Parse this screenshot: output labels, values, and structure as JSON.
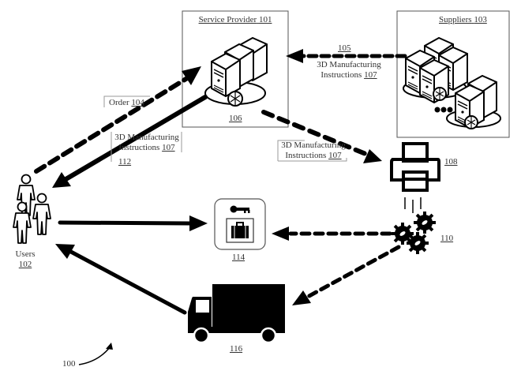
{
  "figure": {
    "number_label": "100"
  },
  "nodes": {
    "service_provider": {
      "title": "Service Provider",
      "ref": "101",
      "server_ref": "106"
    },
    "suppliers": {
      "title": "Suppliers",
      "ref": "103"
    },
    "users": {
      "title": "Users",
      "ref": "102"
    },
    "printer": {
      "ref": "108"
    },
    "manufacturing": {
      "ref": "110"
    },
    "product_package": {
      "ref": "114"
    },
    "delivery_truck": {
      "ref": "116"
    }
  },
  "edges": {
    "order": {
      "label": "Order",
      "ref": "104"
    },
    "supplier_instructions": {
      "ref": "105",
      "label_line1": "3D Manufacturing",
      "label_line2": "Instructions",
      "label_ref": "107"
    },
    "user_instructions": {
      "ref": "112",
      "label_line1": "3D Manufacturing",
      "label_line2": "Instructions",
      "label_ref": "107"
    },
    "printer_instructions": {
      "label_line1": "3D Manufacturing",
      "label_line2": "Instructions",
      "label_ref": "107"
    }
  }
}
